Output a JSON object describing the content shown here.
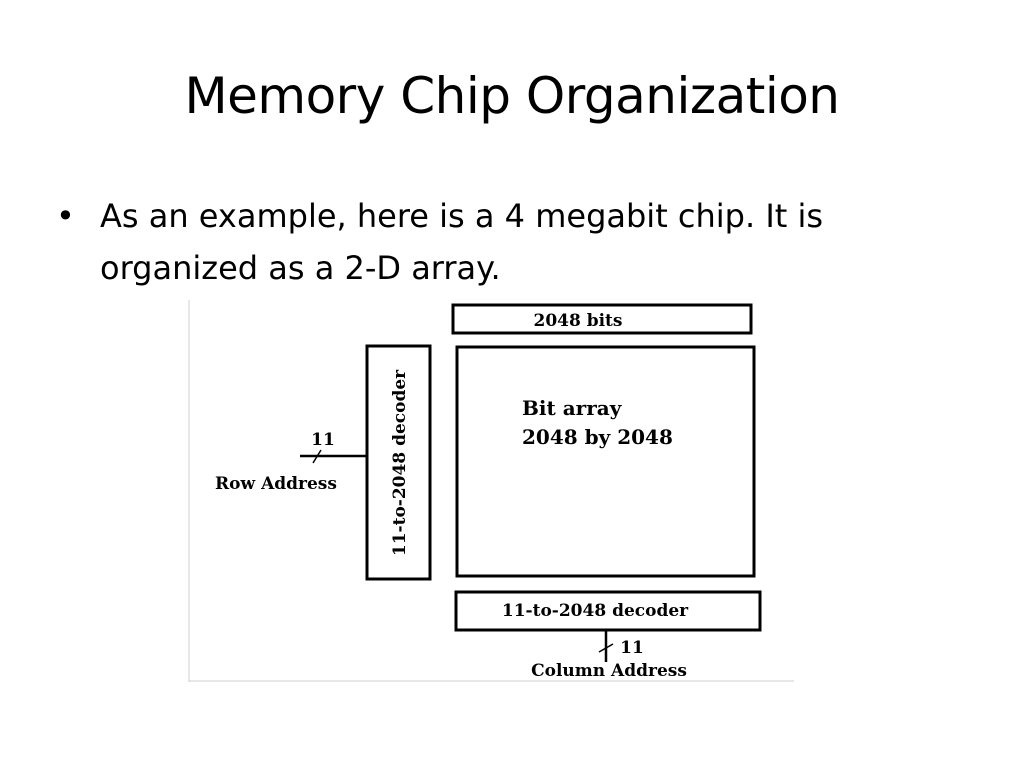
{
  "slide": {
    "title": "Memory Chip Organization",
    "bullet": "As an example, here is a 4 megabit chip. It is organized as a 2-D array."
  },
  "diagram": {
    "top_label": "2048 bits",
    "bit_array_line1": "Bit array",
    "bit_array_line2": "2048 by 2048",
    "row_decoder": "11-to-2048 decoder",
    "column_decoder": "11-to-2048 decoder",
    "row_bus_width": "11",
    "row_address": "Row Address",
    "column_bus_width": "11",
    "column_address": "Column Address"
  }
}
